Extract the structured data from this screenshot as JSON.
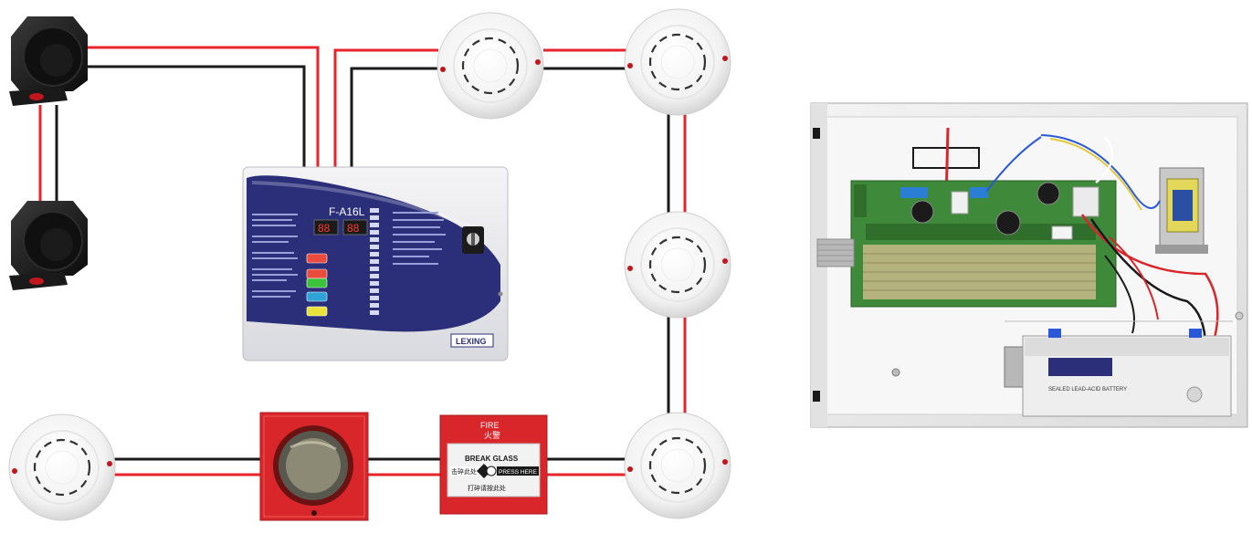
{
  "panel": {
    "model": "F-A16L",
    "display_left": "88",
    "display_right": "88",
    "brand": "LEXING"
  },
  "call_point": {
    "top_en": "FIRE",
    "top_cn": "火警",
    "line_en": "BREAK  GLASS",
    "left_cn": "击碎此处",
    "press_en": "PRESS HERE",
    "bottom_cn": "打碎请按此处"
  },
  "battery": {
    "label": "SEALED LEAD-ACID BATTERY"
  },
  "colors": {
    "wire_red": "#e8232a",
    "wire_black": "#1a1a1a",
    "panel_blue": "#2b2f7a",
    "device_red": "#d8262a",
    "pcb_green": "#3f8a3a"
  }
}
